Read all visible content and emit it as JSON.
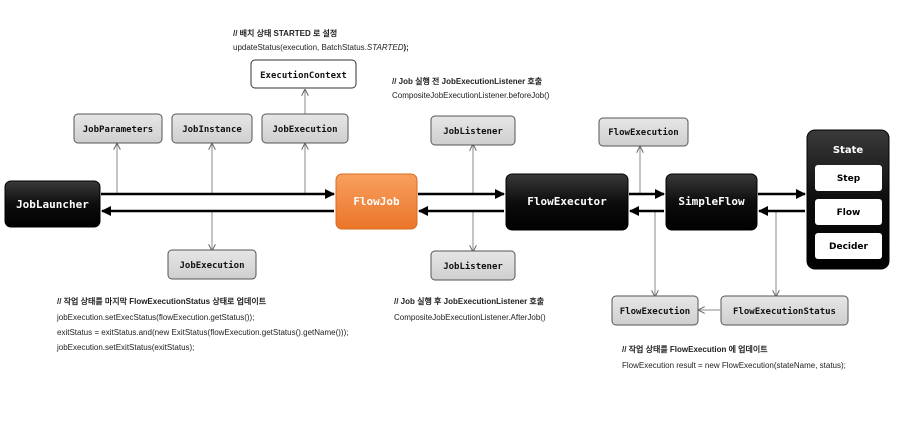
{
  "nodes": {
    "job_launcher": "JobLauncher",
    "flow_job": "FlowJob",
    "flow_executor": "FlowExecutor",
    "simple_flow": "SimpleFlow",
    "job_parameters": "JobParameters",
    "job_instance": "JobInstance",
    "job_execution_top": "JobExecution",
    "execution_context": "ExecutionContext",
    "job_execution_bottom": "JobExecution",
    "job_listener_top": "JobListener",
    "job_listener_bottom": "JobListener",
    "flow_execution_top": "FlowExecution",
    "flow_execution_bottom": "FlowExecution",
    "flow_execution_status": "FlowExecutionStatus",
    "state_panel": {
      "title": "State",
      "items": [
        "Step",
        "Flow",
        "Decider"
      ]
    }
  },
  "notes": {
    "status_started": {
      "heading": "// 배치 상태 STARTED 로 설정",
      "line_prefix": "updateStatus(execution, BatchStatus.",
      "line_italic": "STARTED",
      "line_suffix": ");"
    },
    "before_job": {
      "heading": "// Job 실행 전 JobExecutionListener 호출",
      "line": "CompositeJobExecutionListener.beforeJob()"
    },
    "after_job": {
      "heading": "// Job 실행 후 JobExecutionListener 호출",
      "line": "CompositeJobExecutionListener.AfterJob()"
    },
    "final_status": {
      "heading": "// 작업 상태를 마지막 FlowExecutionStatus 상태로 업데이트",
      "lines": [
        "jobExecution.setExecStatus(flowExecution.getStatus());",
        "exitStatus = exitStatus.and(new ExitStatus(flowExecution.getStatus().getName()));",
        "jobExecution.setExitStatus(exitStatus);"
      ]
    },
    "flow_execution_update": {
      "heading": "// 작업 상태를 FlowExecution 에 업데이트",
      "line": "FlowExecution result = new FlowExecution(stateName, status);"
    }
  },
  "colors": {
    "main_box": "#0a0a0a",
    "flow_job": "#f07f2e",
    "side_box": "#d9d9d9",
    "arrow": "#000000",
    "thin_arrow": "#777777"
  }
}
